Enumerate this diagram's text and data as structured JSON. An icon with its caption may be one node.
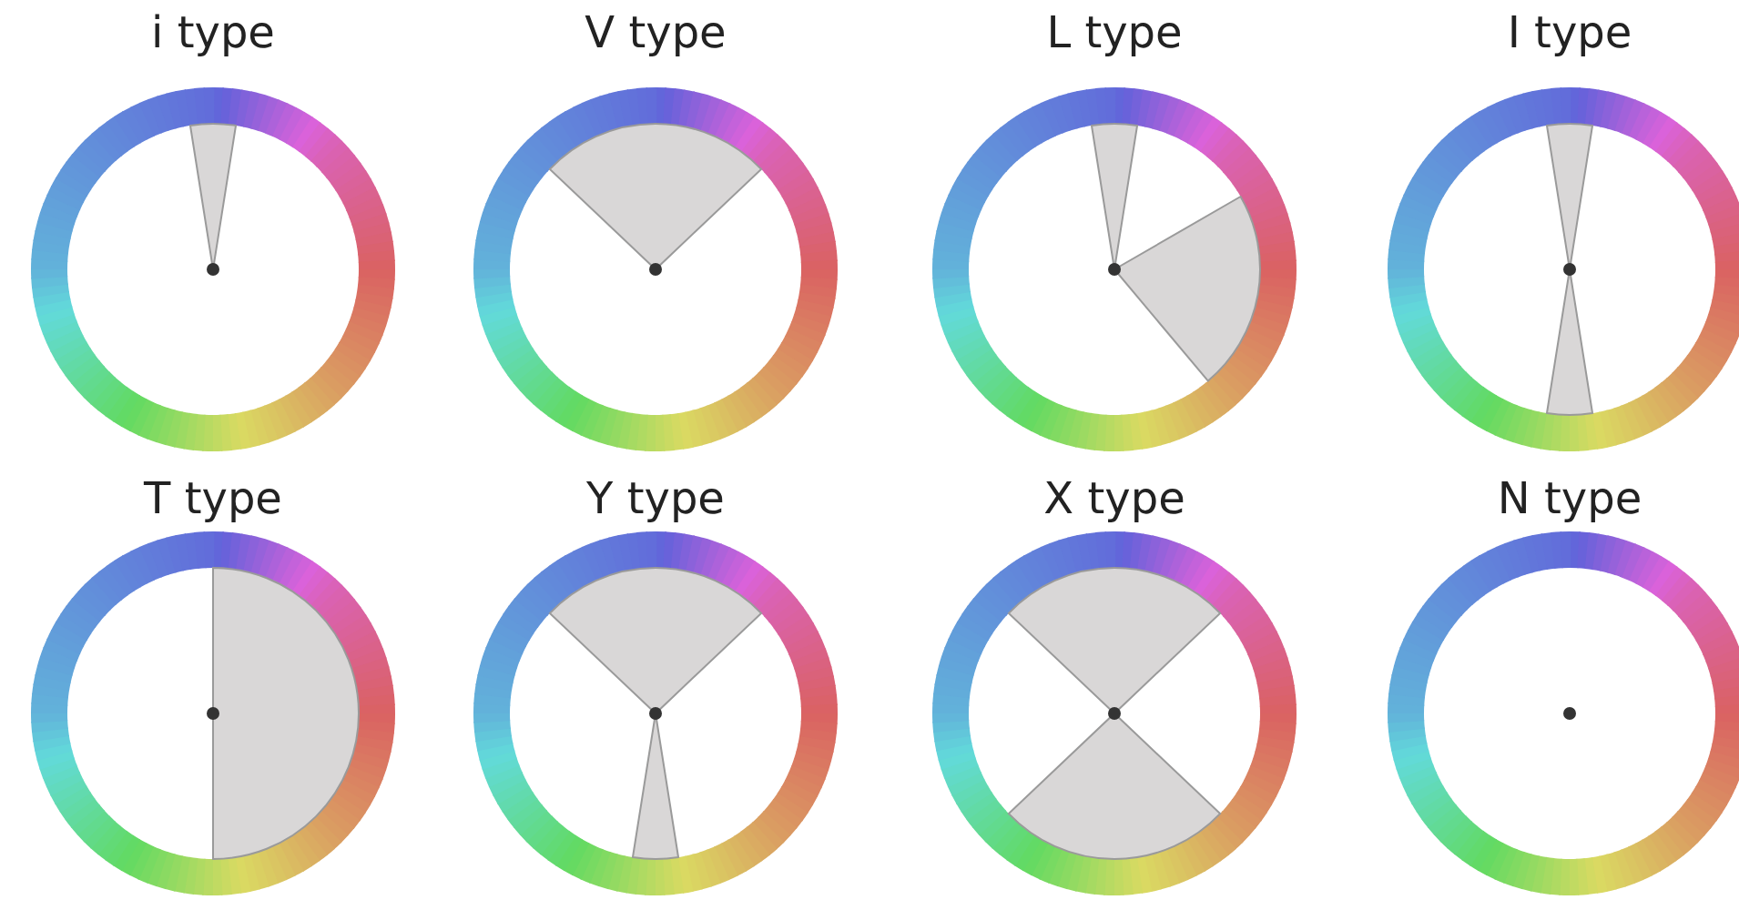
{
  "diagram": {
    "labels": [
      "i type",
      "V type",
      "L type",
      "I type",
      "T type",
      "Y type",
      "X type",
      "N type"
    ]
  }
}
